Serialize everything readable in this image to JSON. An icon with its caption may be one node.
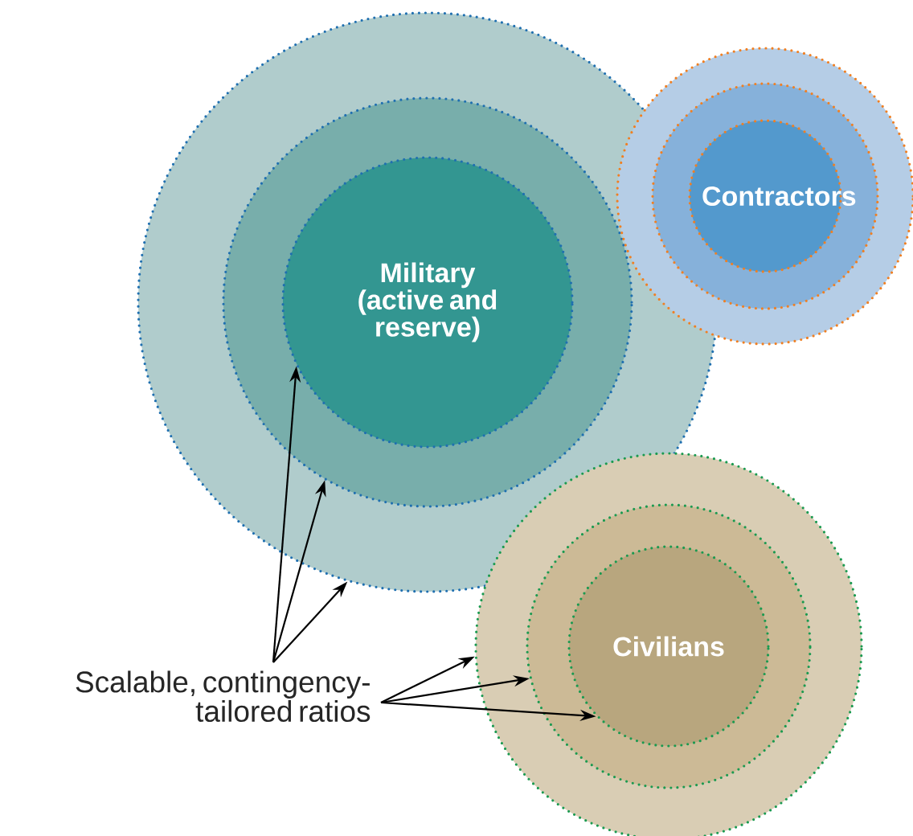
{
  "diagram": {
    "nodes": [
      {
        "text": [],
        "shape": "circle"
      },
      {
        "text": [],
        "shape": "circle",
        "in": 0
      },
      {
        "text": [
          "Military (active and reserve)"
        ],
        "in": 1
      },
      {
        "text": [],
        "shape": "circle"
      },
      {
        "text": [],
        "shape": "circle",
        "in": 3
      },
      {
        "text": [
          "Contractors"
        ],
        "in": 4
      },
      {
        "text": [],
        "shape": "circle"
      },
      {
        "text": [],
        "shape": "circle",
        "in": 6
      },
      {
        "text": [
          "Civilians"
        ],
        "in": 7
      },
      {
        "text": [
          "Scalable, contingency-tailored ratios"
        ]
      }
    ],
    "edges": [
      {
        "from": 9,
        "to": 2,
        "arrow": "to"
      },
      {
        "from": 9,
        "to": 1,
        "arrow": "to"
      },
      {
        "from": 9,
        "to": 0,
        "arrow": "to"
      },
      {
        "from": 9,
        "to": 6,
        "arrow": "to"
      },
      {
        "from": 9,
        "to": 7,
        "arrow": "to"
      },
      {
        "from": 9,
        "to": 8,
        "arrow": "to"
      }
    ]
  }
}
